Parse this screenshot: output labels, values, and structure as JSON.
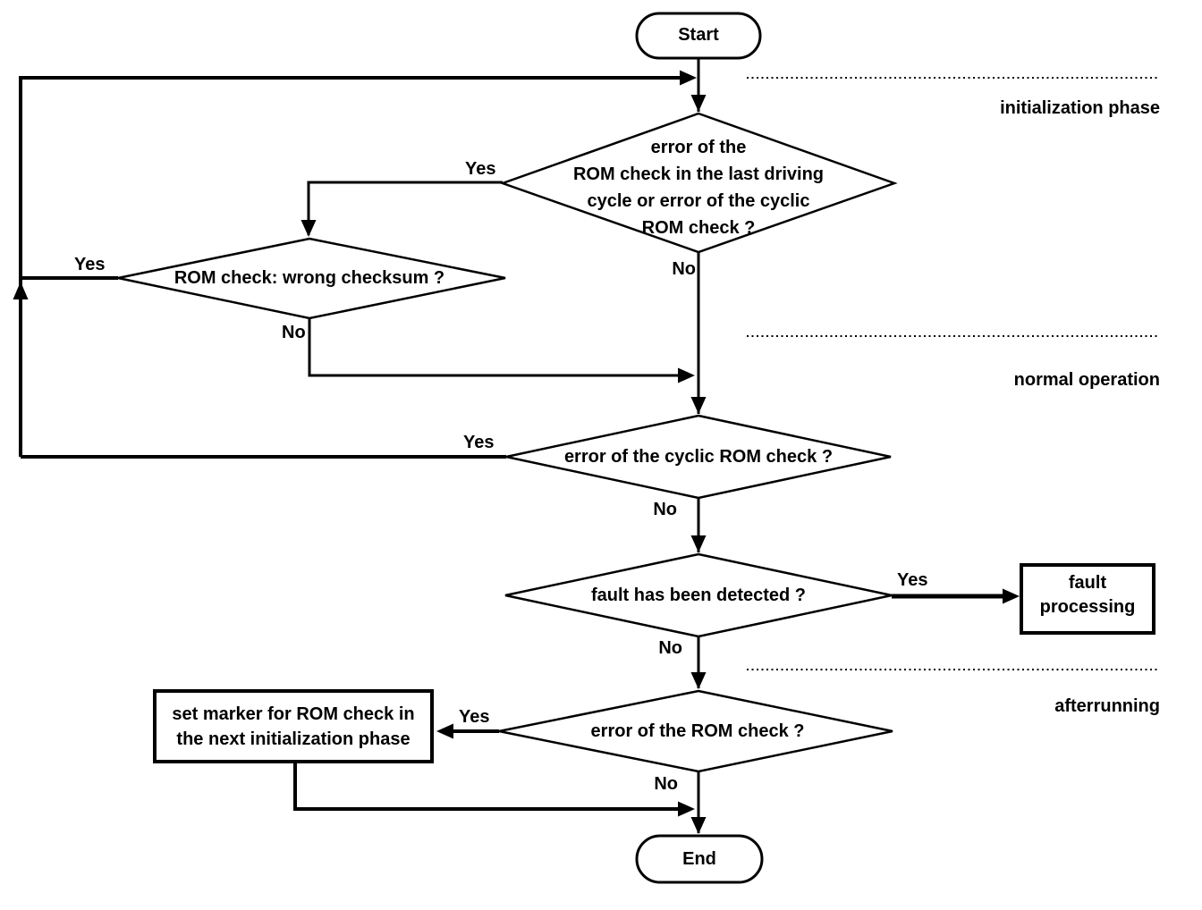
{
  "diagram": {
    "nodes": {
      "start": {
        "label": "Start"
      },
      "init_rom_check": {
        "lines": [
          "error of the",
          "ROM check in the last driving",
          "cycle or error of the cyclic",
          "ROM check ?"
        ]
      },
      "wrong_checksum": {
        "label": "ROM check: wrong checksum ?"
      },
      "cyclic_rom_check": {
        "label": "error of the cyclic ROM check ?"
      },
      "fault_detected": {
        "label": "fault has been detected ?"
      },
      "rom_check_error": {
        "label": "error of the ROM check ?"
      },
      "fault_processing": {
        "lines": [
          "fault",
          "processing"
        ]
      },
      "set_marker": {
        "lines": [
          "set marker for ROM check in",
          "the next initialization phase"
        ]
      },
      "end": {
        "label": "End"
      }
    },
    "edge_labels": {
      "yes": "Yes",
      "no": "No"
    },
    "phases": [
      "initialization phase",
      "normal operation",
      "afterrunning"
    ],
    "colors": {
      "line": "#000000",
      "node_fill": "#ffffff",
      "background": "#ffffff"
    }
  }
}
